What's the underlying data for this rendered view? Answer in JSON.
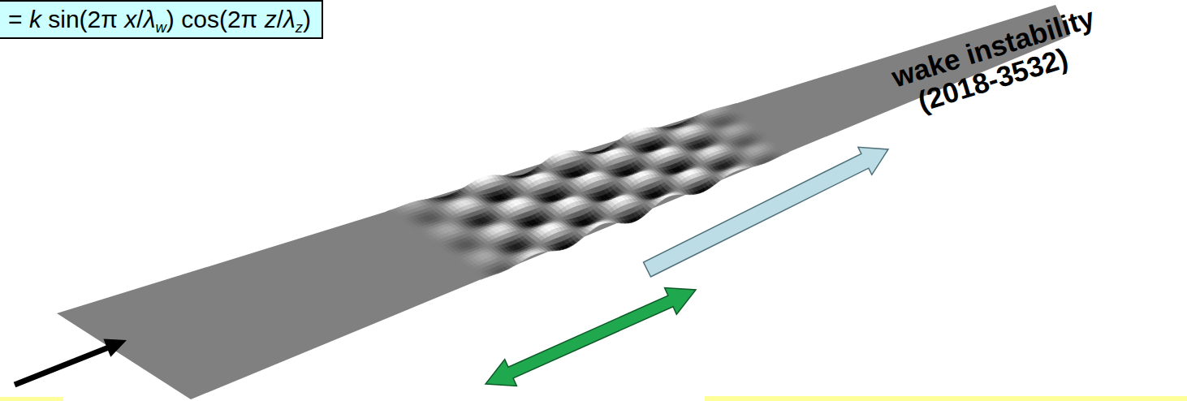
{
  "diagram": {
    "nodes": [
      {
        "text": [
          "= k sin(2π x/λw) cos(2π z/λz)"
        ]
      }
    ],
    "labels": [
      "wake instability",
      "(2018-3532)"
    ]
  }
}
